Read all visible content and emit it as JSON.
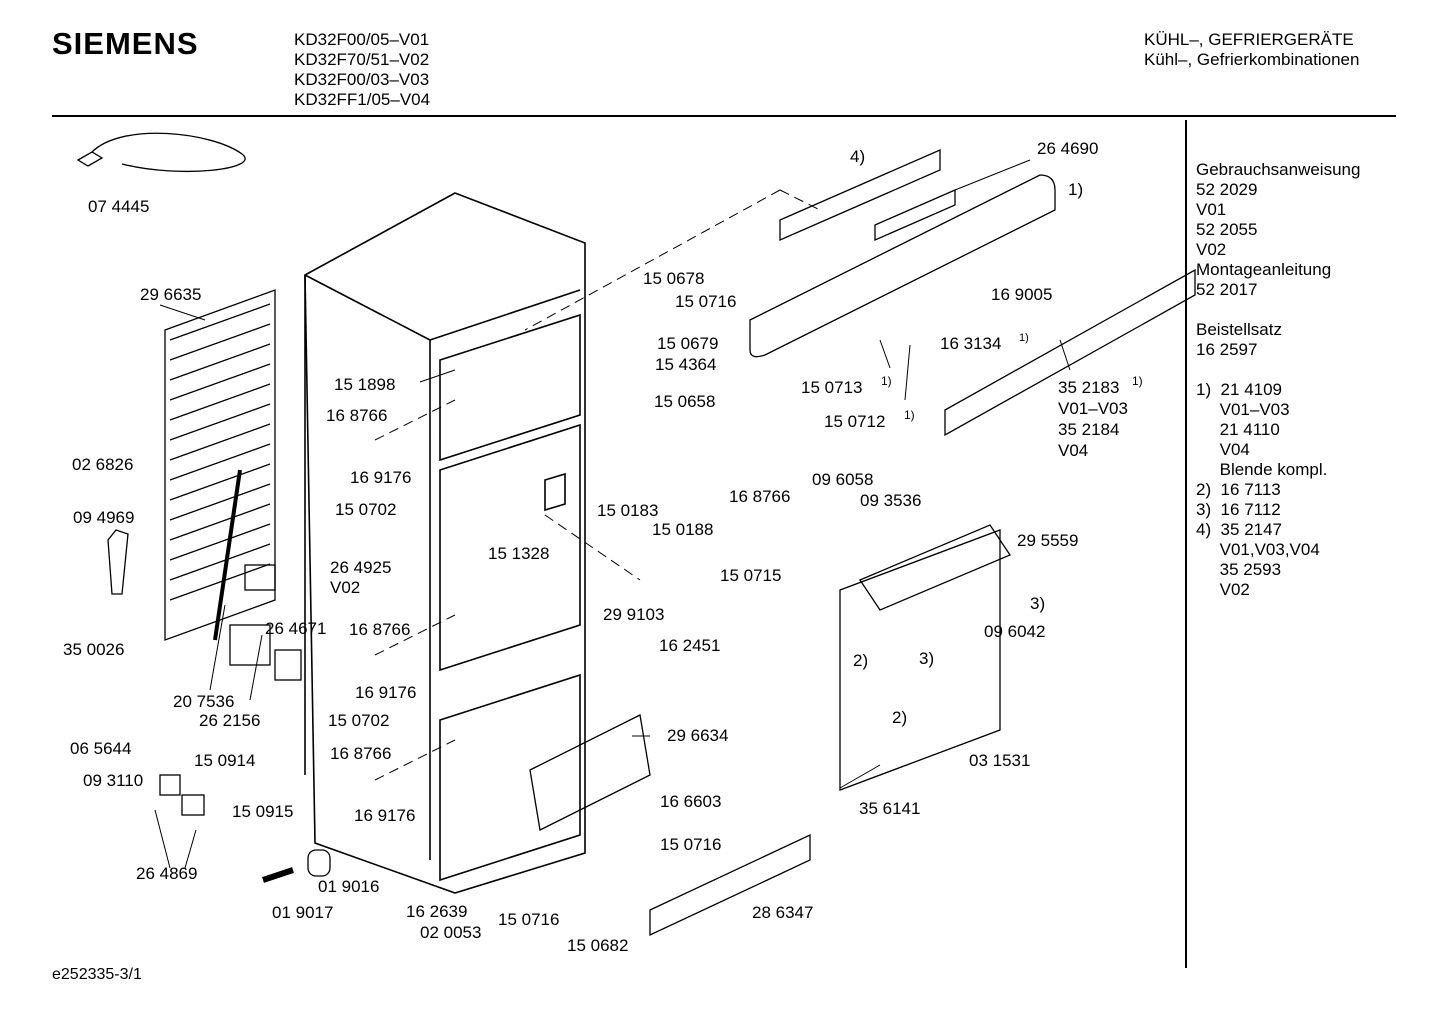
{
  "header": {
    "brand": "SIEMENS",
    "models": [
      "KD32F00/05–V01",
      "KD32F70/51–V02",
      "KD32F00/03–V03",
      "KD32FF1/05–V04"
    ],
    "category": [
      "KÜHL–, GEFRIERGERÄTE",
      "Kühl–, Gefrierkombinationen"
    ]
  },
  "side_panel": {
    "lines": [
      "Gebrauchsanweisung",
      "52 2029",
      "V01",
      "52 2055",
      "V02",
      "Montageanleitung",
      "52 2017",
      "",
      "Beistellsatz",
      "16 2597",
      "",
      "1)  21 4109",
      "     V01–V03",
      "     21 4110",
      "     V04",
      "     Blende kompl.",
      "2)  16 7113",
      "3)  16 7112",
      "4)  35 2147",
      "     V01,V03,V04",
      "     35 2593",
      "     V02"
    ]
  },
  "part_labels": [
    "07 4445",
    "29 6635",
    "02 6826",
    "09 4969",
    "35 0026",
    "06 5644",
    "09 3110",
    "26 4869",
    "20 7536",
    "26 2156",
    "26 4671",
    "26 4925",
    "V02",
    "15 0914",
    "15 0915",
    "01 9016",
    "01 9017",
    "15 1898",
    "16 8766",
    "16 9176",
    "15 0702",
    "15 1328",
    "16 8766",
    "16 9176",
    "15 0702",
    "16 8766",
    "16 9176",
    "15 0678",
    "15 0716",
    "15 0679",
    "15 4364",
    "15 0658",
    "15 0183",
    "15 0188",
    "29 9103",
    "15 0715",
    "16 2451",
    "29 6634",
    "16 6603",
    "15 0716",
    "16 2639",
    "02 0053",
    "15 0716",
    "15 0682",
    "28 6347",
    "4)",
    "26 4690",
    "1)",
    "16 9005",
    "16 3134",
    "1)",
    "15 0713",
    "1)",
    "15 0712",
    "1)",
    "35 2183",
    "1)",
    "V01–V03",
    "35 2184",
    "V04",
    "16 8766",
    "09 6058",
    "09 3536",
    "29 5559",
    "3)",
    "09 6042",
    "2)",
    "3)",
    "2)",
    "03 1531",
    "35 6141"
  ],
  "footer": {
    "doc_id": "e252335-3/1"
  }
}
